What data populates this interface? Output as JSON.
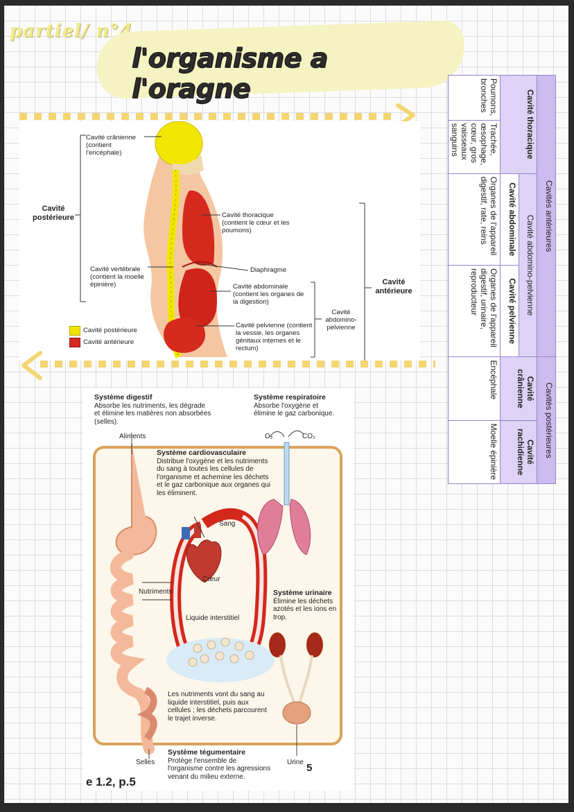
{
  "header": {
    "note": "partiel/ n°4",
    "title": "l'organisme a l'oragne"
  },
  "body_diagram": {
    "labels": {
      "cranial": "Cavité crânienne (contient l'encéphale)",
      "posterior": "Cavité postérieure",
      "thoracic": "Cavité thoracique (contient le cœur et les poumons)",
      "vertebral": "Cavité vertébrale (contient la moelle épinière)",
      "diaphragm": "Diaphragme",
      "abdominal": "Cavité abdominale (contient les organes de la digestion)",
      "anterior": "Cavité antérieure",
      "abdomino_pelvic": "Cavité abdomino-pelvienne",
      "pelvic": "Cavité pelvienne (contient la vessie, les organes génitaux internes et le rectum)"
    },
    "legend": [
      {
        "label": "Cavité postérieure",
        "color": "#f2e600"
      },
      {
        "label": "Cavité antérieure",
        "color": "#d62a1e"
      }
    ]
  },
  "table": {
    "head_anterior": "Cavités antérieures",
    "head_posterior": "Cavités postérieures",
    "col_thoracic": "Cavité thoracique",
    "col_abdomino": "Cavité abdomino-pelvienne",
    "col_abdominal": "Cavité abdominale",
    "col_pelvic": "Cavité pelvienne",
    "col_cranial": "Cavité crânienne",
    "col_spinal": "Cavité rachidienne",
    "thoracic_1": "Poumons, bronches",
    "thoracic_2": "Trachée, œsophage, cœur, gros vaisseaux sanguins",
    "abdominal": "Organes de l'appareil digestif, rate, reins",
    "pelvic": "Organes de l'appareil digestif, urinaire, reproducteur",
    "cranial": "Encéphale",
    "spinal": "Moelle épinière"
  },
  "systems": {
    "digestive": {
      "title": "Système digestif",
      "text": "Absorbe les nutriments, les dégrade et élimine les matières non absorbées (selles)."
    },
    "respiratory": {
      "title": "Système respiratoire",
      "text": "Absorbe l'oxygène et élimine le gaz carbonique."
    },
    "cardio": {
      "title": "Système cardiovasculaire",
      "text": "Distribue l'oxygène et les nutriments du sang à toutes les cellules de l'organisme et achemine les déchets et le gaz carbonique aux organes qui les éliminent."
    },
    "urinary": {
      "title": "Système urinaire",
      "text": "Élimine les déchets azotés et les ions en trop."
    },
    "integumentary": {
      "title": "Système tégumentaire",
      "text": "Protège l'ensemble de l'organisme contre les agressions venant du milieu externe."
    },
    "aliments": "Aliments",
    "o2": "O₂",
    "co2": "CO₂",
    "sang": "Sang",
    "coeur": "Cœur",
    "nutriments": "Nutriments",
    "interstitial": "Liquide interstitiel",
    "exchange": "Les nutriments vont du sang au liquide interstitiel, puis aux cellules ; les déchets parcourent le trajet inverse.",
    "selles": "Selles",
    "urine": "Urine",
    "fig_ref": "e 1.2, p.5",
    "page_number": "5"
  }
}
